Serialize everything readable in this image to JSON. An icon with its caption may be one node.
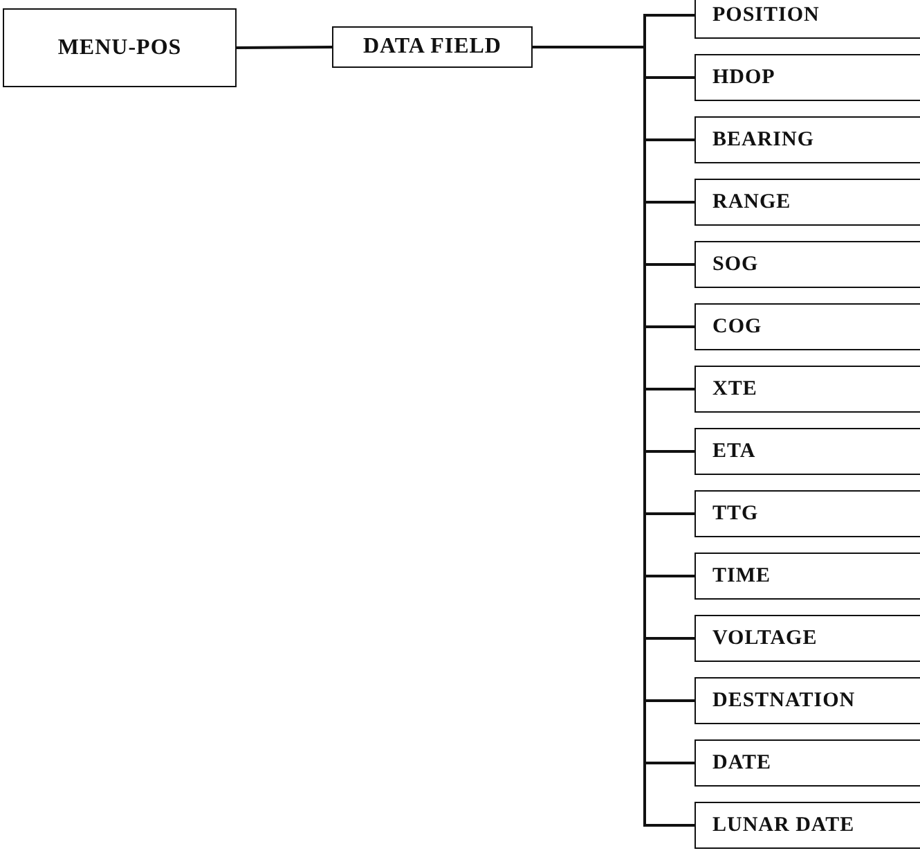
{
  "diagram": {
    "nodes": [
      {
        "text": [
          "MENU-POS"
        ]
      },
      {
        "text": [
          "DATA FIELD"
        ]
      },
      {
        "text": [
          "POSITION"
        ]
      },
      {
        "text": [
          "HDOP"
        ]
      },
      {
        "text": [
          "BEARING"
        ]
      },
      {
        "text": [
          "RANGE"
        ]
      },
      {
        "text": [
          "SOG"
        ]
      },
      {
        "text": [
          "COG"
        ]
      },
      {
        "text": [
          "XTE"
        ]
      },
      {
        "text": [
          "ETA"
        ]
      },
      {
        "text": [
          "TTG"
        ]
      },
      {
        "text": [
          "TIME"
        ]
      },
      {
        "text": [
          "VOLTAGE"
        ]
      },
      {
        "text": [
          "DESTNATION"
        ]
      },
      {
        "text": [
          "DATE"
        ]
      },
      {
        "text": [
          "LUNAR DATE"
        ]
      }
    ],
    "edges": [
      {
        "from": 0,
        "to": 1,
        "arrow": "none"
      },
      {
        "from": 1,
        "to": 2,
        "arrow": "none"
      },
      {
        "from": 1,
        "to": 3,
        "arrow": "none"
      },
      {
        "from": 1,
        "to": 4,
        "arrow": "none"
      },
      {
        "from": 1,
        "to": 5,
        "arrow": "none"
      },
      {
        "from": 1,
        "to": 6,
        "arrow": "none"
      },
      {
        "from": 1,
        "to": 7,
        "arrow": "none"
      },
      {
        "from": 1,
        "to": 8,
        "arrow": "none"
      },
      {
        "from": 1,
        "to": 9,
        "arrow": "none"
      },
      {
        "from": 1,
        "to": 10,
        "arrow": "none"
      },
      {
        "from": 1,
        "to": 11,
        "arrow": "none"
      },
      {
        "from": 1,
        "to": 12,
        "arrow": "none"
      },
      {
        "from": 1,
        "to": 13,
        "arrow": "none"
      },
      {
        "from": 1,
        "to": 14,
        "arrow": "none"
      },
      {
        "from": 1,
        "to": 15,
        "arrow": "none"
      }
    ]
  }
}
